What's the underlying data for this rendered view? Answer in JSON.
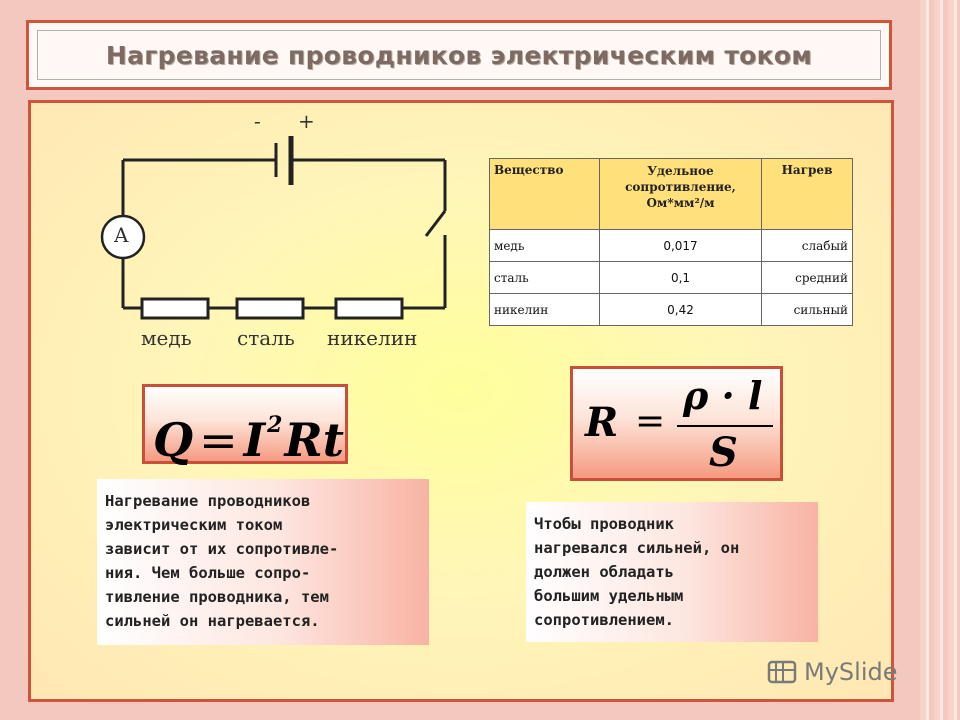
{
  "slide": {
    "title": "Нагревание проводников электрическим током",
    "accent_color": "#d0533c"
  },
  "circuit": {
    "minus": "-",
    "plus": "+",
    "ammeter": "A",
    "resistors": [
      "медь",
      "сталь",
      "никелин"
    ]
  },
  "table": {
    "headers": [
      "Вещество",
      "Удельное сопротивление, Ом·мм²/м",
      "Нагрев"
    ],
    "header_col2_lines": [
      "Удельное",
      "сопротивление,",
      "Ом*мм²/м"
    ],
    "rows": [
      [
        "медь",
        "0,017",
        "слабый"
      ],
      [
        "сталь",
        "0,1",
        "средний"
      ],
      [
        "никелин",
        "0,42",
        "сильный"
      ]
    ]
  },
  "formula_heat": {
    "Q": "Q",
    "eq": "=",
    "I": "I",
    "exp": "2",
    "Rt": "Rt"
  },
  "formula_resistance": {
    "R": "R",
    "eq": "=",
    "numerator": "ρ · l",
    "denominator": "S"
  },
  "note_left": {
    "lines": [
      "Нагревание проводников",
      "электрическим током",
      "зависит от их сопротивле-",
      "ния. Чем больше сопро-",
      "тивление проводника, тем",
      "сильней он нагревается."
    ]
  },
  "note_right": {
    "lines": [
      "Чтобы проводник",
      "нагревался сильней, он",
      "должен обладать",
      "большим удельным",
      "сопротивлением."
    ]
  },
  "watermark": {
    "text": "MySlide",
    "icon": "myshared-logo-icon"
  }
}
